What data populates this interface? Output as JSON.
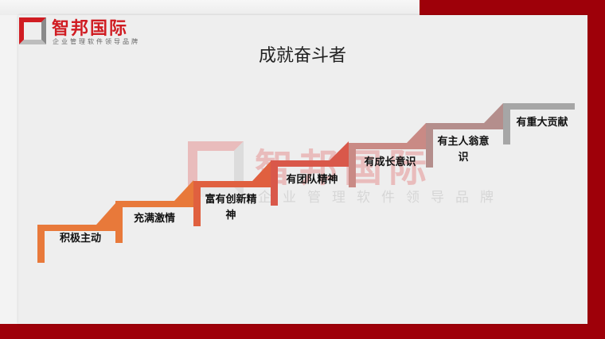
{
  "brand": {
    "name": "智邦国际",
    "tagline": "企业管理软件领导品牌",
    "color": "#d01c22",
    "frame_color": "#9e0009"
  },
  "slide": {
    "title": "成就奋斗者"
  },
  "watermark": {
    "name": "智邦国际",
    "tagline": "企业管理软件领导品牌"
  },
  "steps": [
    {
      "label": "积极主动",
      "color": "#e8793a"
    },
    {
      "label": "充满激情",
      "color": "#e8793a"
    },
    {
      "label": "富有创新精神",
      "color": "#e0603f"
    },
    {
      "label": "有团队精神",
      "color": "#d9584a"
    },
    {
      "label": "有成长意识",
      "color": "#c98a85"
    },
    {
      "label": "有主人翁意识",
      "color": "#b48e8c"
    },
    {
      "label": "有重大贡献",
      "color": "#a6a6a6"
    }
  ]
}
